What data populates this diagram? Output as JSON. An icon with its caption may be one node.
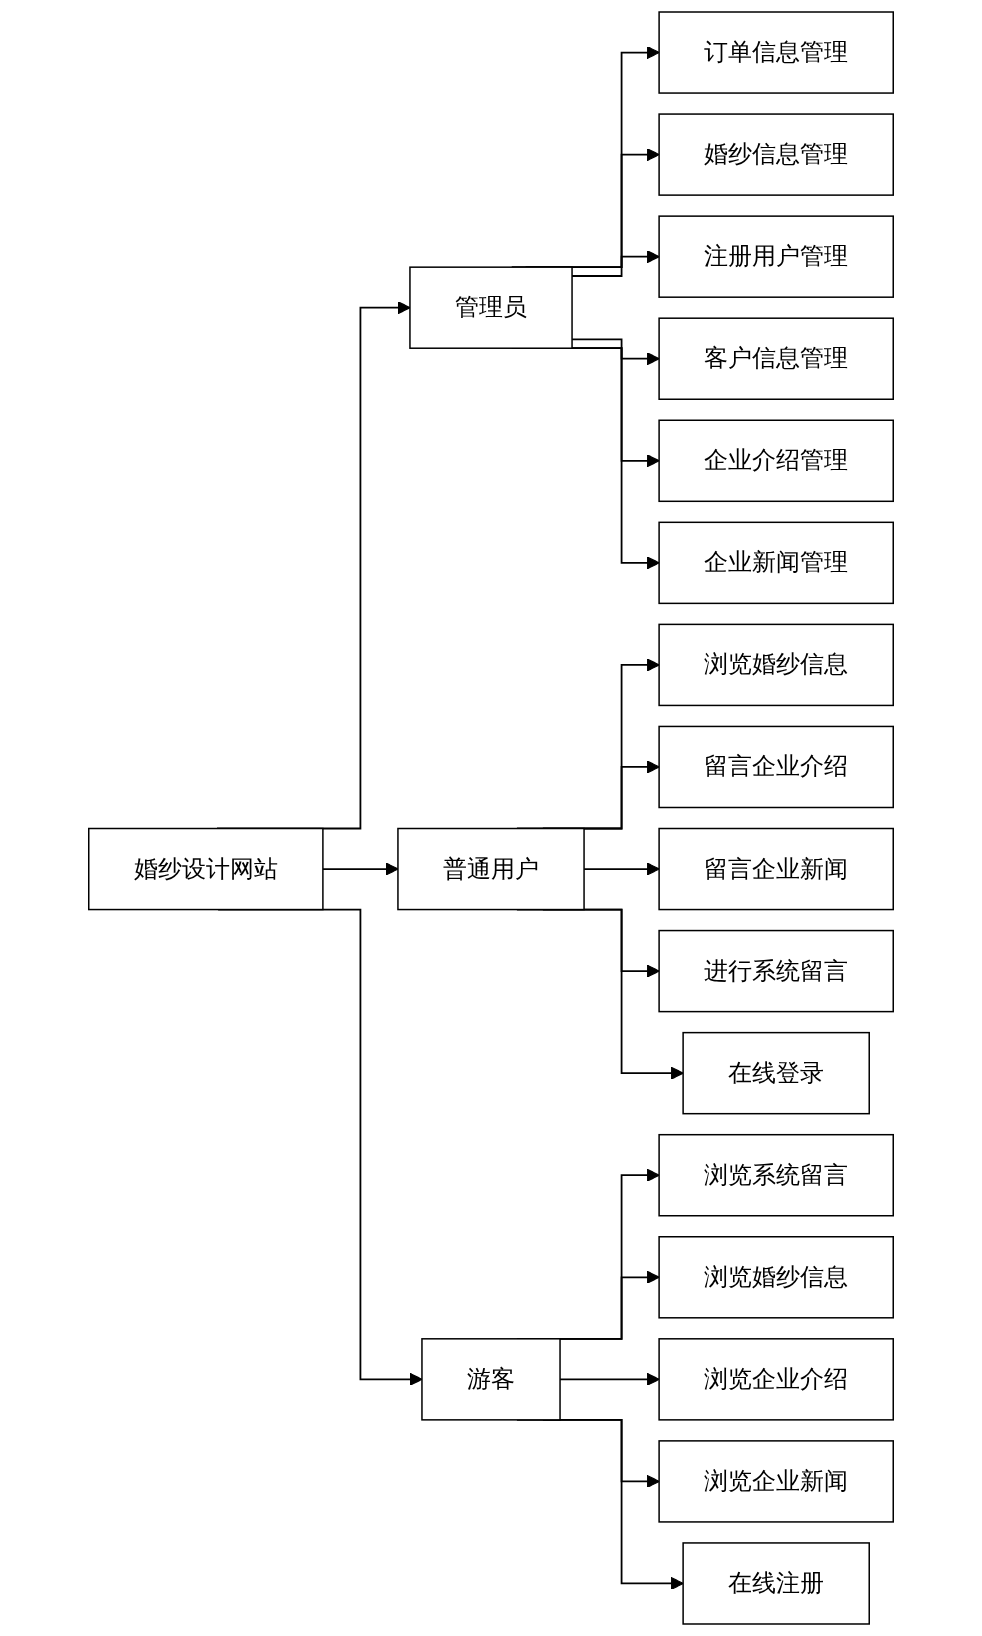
{
  "diagram": {
    "nodes": [
      {
        "text": [
          "婚纱设计网站"
        ]
      },
      {
        "text": [
          "管理员"
        ]
      },
      {
        "text": [
          "普通用户"
        ]
      },
      {
        "text": [
          "游客"
        ]
      },
      {
        "text": [
          "订单信息管理"
        ]
      },
      {
        "text": [
          "婚纱信息管理"
        ]
      },
      {
        "text": [
          "注册用户管理"
        ]
      },
      {
        "text": [
          "客户信息管理"
        ]
      },
      {
        "text": [
          "企业介绍管理"
        ]
      },
      {
        "text": [
          "企业新闻管理"
        ]
      },
      {
        "text": [
          "浏览婚纱信息"
        ]
      },
      {
        "text": [
          "留言企业介绍"
        ]
      },
      {
        "text": [
          "留言企业新闻"
        ]
      },
      {
        "text": [
          "进行系统留言"
        ]
      },
      {
        "text": [
          "在线登录"
        ]
      },
      {
        "text": [
          "浏览系统留言"
        ]
      },
      {
        "text": [
          "浏览婚纱信息"
        ]
      },
      {
        "text": [
          "浏览企业介绍"
        ]
      },
      {
        "text": [
          "浏览企业新闻"
        ]
      },
      {
        "text": [
          "在线注册"
        ]
      }
    ],
    "edges": [
      {
        "from": 0,
        "to": 1,
        "arrow": "to"
      },
      {
        "from": 0,
        "to": 2,
        "arrow": "to"
      },
      {
        "from": 0,
        "to": 3,
        "arrow": "to"
      },
      {
        "from": 1,
        "to": 4,
        "arrow": "to"
      },
      {
        "from": 1,
        "to": 5,
        "arrow": "to"
      },
      {
        "from": 1,
        "to": 6,
        "arrow": "to"
      },
      {
        "from": 1,
        "to": 7,
        "arrow": "to"
      },
      {
        "from": 1,
        "to": 8,
        "arrow": "to"
      },
      {
        "from": 1,
        "to": 9,
        "arrow": "to"
      },
      {
        "from": 2,
        "to": 10,
        "arrow": "to"
      },
      {
        "from": 2,
        "to": 11,
        "arrow": "to"
      },
      {
        "from": 2,
        "to": 12,
        "arrow": "to"
      },
      {
        "from": 2,
        "to": 13,
        "arrow": "to"
      },
      {
        "from": 2,
        "to": 14,
        "arrow": "to"
      },
      {
        "from": 3,
        "to": 15,
        "arrow": "to"
      },
      {
        "from": 3,
        "to": 16,
        "arrow": "to"
      },
      {
        "from": 3,
        "to": 17,
        "arrow": "to"
      },
      {
        "from": 3,
        "to": 18,
        "arrow": "to"
      },
      {
        "from": 3,
        "to": 19,
        "arrow": "to"
      }
    ]
  }
}
